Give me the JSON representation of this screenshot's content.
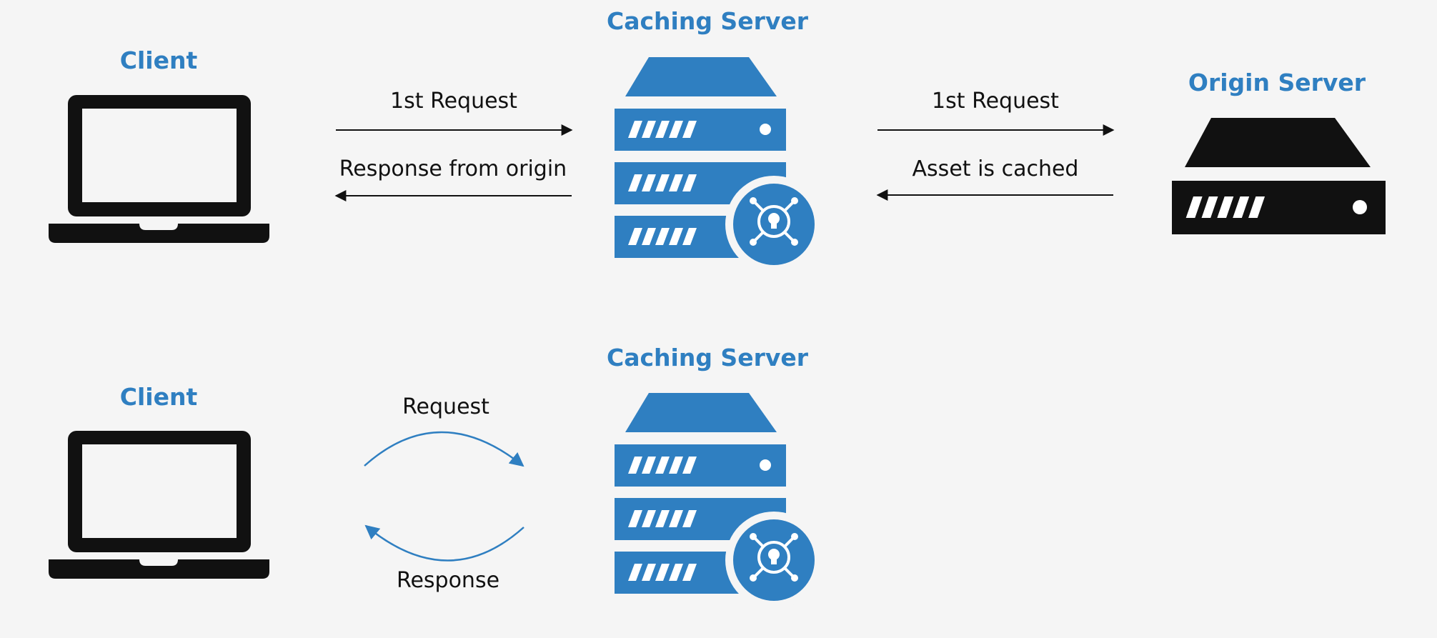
{
  "colors": {
    "accent": "#2f7fc1",
    "ink": "#111111",
    "background": "#f5f5f5"
  },
  "top": {
    "client_title": "Client",
    "caching_title": "Caching Server",
    "origin_title": "Origin Server",
    "request_label": "1st Request",
    "response_label": "Response from origin",
    "origin_request_label": "1st Request",
    "cached_label": "Asset is cached"
  },
  "bottom": {
    "client_title": "Client",
    "caching_title": "Caching Server",
    "request_label": "Request",
    "response_label": "Response"
  },
  "icons": [
    "laptop-icon",
    "caching-server-icon",
    "origin-server-icon",
    "cache-badge-icon"
  ]
}
